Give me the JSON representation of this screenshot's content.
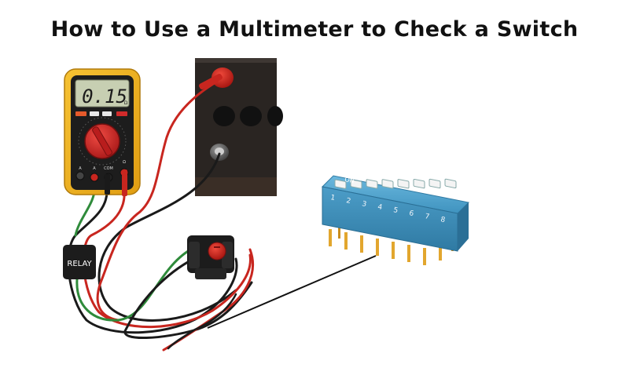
{
  "title": "How to Use a Multimeter to Check a Switch",
  "multimeter": {
    "reading": "0.15",
    "unit": "Ω",
    "ports": [
      "A",
      "A",
      "COM",
      "Ω"
    ]
  },
  "relay": {
    "label": "RELAY"
  },
  "dip_switch": {
    "on_label": "ON",
    "numbers": [
      "1",
      "2",
      "3",
      "4",
      "5",
      "6",
      "7",
      "8"
    ]
  },
  "colors": {
    "meter_body": "#f2b41c",
    "meter_frame": "#1d1d1d",
    "lcd": "#c7cfb2",
    "knob": "#d42a2a",
    "wire_red": "#c8261f",
    "wire_black": "#1a1a1a",
    "wire_green": "#2f8b3b",
    "dip_body": "#4a9fc9",
    "pin": "#e2a62e",
    "battery": "#2a2522"
  }
}
